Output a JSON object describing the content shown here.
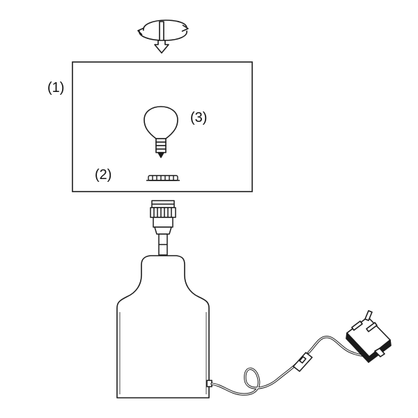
{
  "callouts": {
    "shade": "(1)",
    "ring": "(2)",
    "bulb": "(3)"
  },
  "icons": {
    "assembly": "rotate-and-lower-icon",
    "shade": "lamp-shade",
    "bulb": "light-bulb-icon",
    "ring": "shade-ring",
    "socket": "bulb-socket",
    "base": "lamp-base",
    "cord": "power-cord",
    "switch": "inline-switch-icon",
    "plug": "uk-plug-icon"
  },
  "colors": {
    "stroke": "#1a1a1a",
    "fill": "#ffffff"
  }
}
